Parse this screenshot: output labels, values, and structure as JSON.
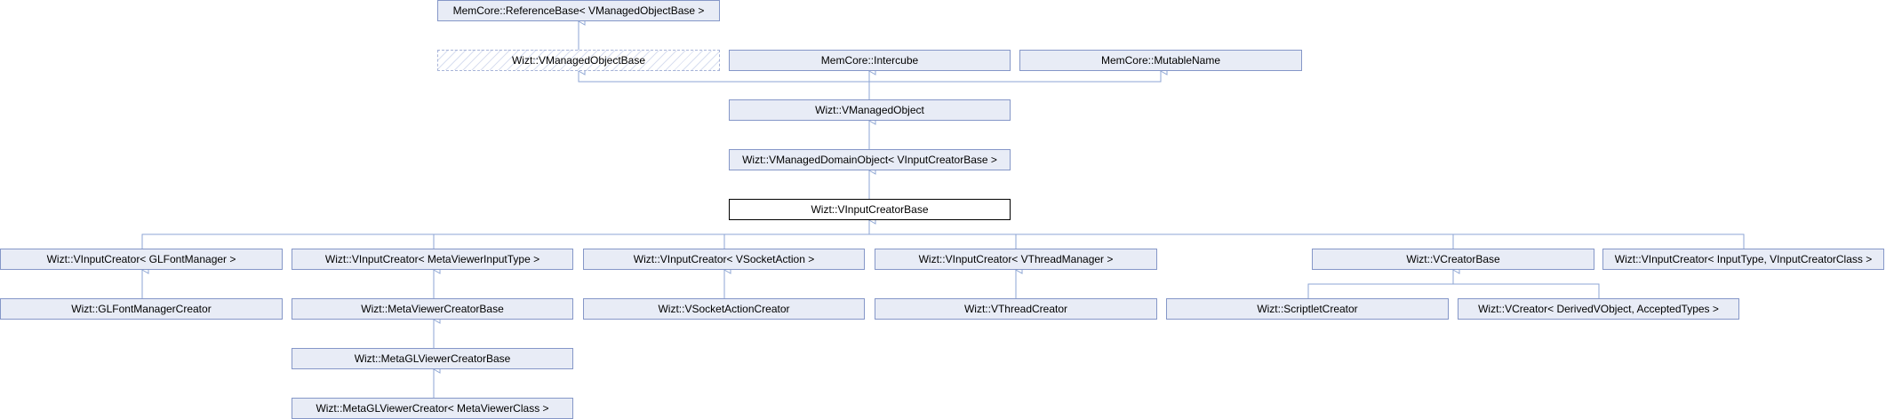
{
  "colors": {
    "edge": "#8ea6d4",
    "node_fill": "#e8ecf6",
    "node_border": "#8597c8",
    "current_border": "#000000"
  },
  "nodes": {
    "referencebase": "MemCore::ReferenceBase< VManagedObjectBase >",
    "vmanagedobjectbase": "Wizt::VManagedObjectBase",
    "intercube": "MemCore::Intercube",
    "mutablename": "MemCore::MutableName",
    "vmanagedobject": "Wizt::VManagedObject",
    "vmanageddomainobject": "Wizt::VManagedDomainObject< VInputCreatorBase >",
    "vinputcreatorbase": "Wizt::VInputCreatorBase",
    "vic_glfontmanager": "Wizt::VInputCreator< GLFontManager >",
    "vic_metaviewerinputtype": "Wizt::VInputCreator< MetaViewerInputType >",
    "vic_vsocketaction": "Wizt::VInputCreator< VSocketAction >",
    "vic_vthreadmanager": "Wizt::VInputCreator< VThreadManager >",
    "vcreatorbase": "Wizt::VCreatorBase",
    "vic_inputtype": "Wizt::VInputCreator< InputType, VInputCreatorClass >",
    "glfontmanagercreator": "Wizt::GLFontManagerCreator",
    "metaviewercreatorbase": "Wizt::MetaViewerCreatorBase",
    "vsocketactioncreator": "Wizt::VSocketActionCreator",
    "vthreadcreator": "Wizt::VThreadCreator",
    "scriptletcreator": "Wizt::ScriptletCreator",
    "vcreator_derived": "Wizt::VCreator< DerivedVObject, AcceptedTypes >",
    "metaglviewercreatorbase": "Wizt::MetaGLViewerCreatorBase",
    "metaglviewercreator": "Wizt::MetaGLViewerCreator< MetaViewerClass >"
  }
}
